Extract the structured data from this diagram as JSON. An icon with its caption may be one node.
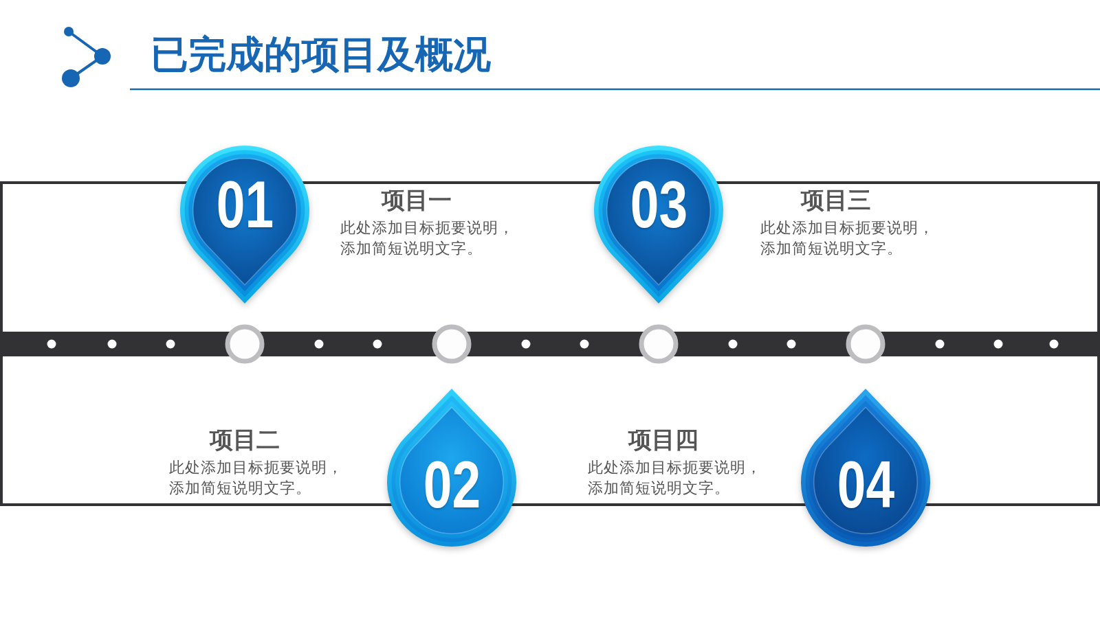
{
  "diagram": {
    "title": "已完成的项目及概况",
    "nodes": [
      {
        "text": [
          "01"
        ],
        "beside": [
          "项目一",
          "此处添加目标扼要说明，添加简短说明文字。"
        ]
      },
      {
        "text": [
          "02"
        ],
        "beside": [
          "项目二",
          "此处添加目标扼要说明，添加简短说明文字。"
        ]
      },
      {
        "text": [
          "03"
        ],
        "beside": [
          "项目三",
          "此处添加目标扼要说明，添加简短说明文字。"
        ]
      },
      {
        "text": [
          "04"
        ],
        "beside": [
          "项目四",
          "此处添加目标扼要说明，添加简短说明文字。"
        ]
      }
    ]
  }
}
